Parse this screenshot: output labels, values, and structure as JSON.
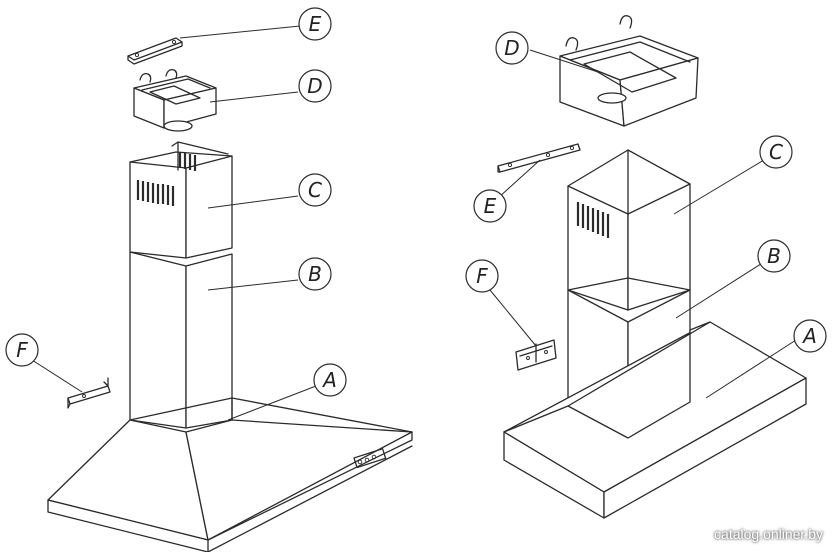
{
  "left_view": {
    "callouts": {
      "E": "E",
      "D": "D",
      "C": "C",
      "B": "B",
      "A": "A",
      "F": "F"
    }
  },
  "right_view": {
    "callouts": {
      "D": "D",
      "C": "C",
      "E": "E",
      "B": "B",
      "F": "F",
      "A": "A"
    }
  },
  "watermark": "catalog.onliner.by"
}
